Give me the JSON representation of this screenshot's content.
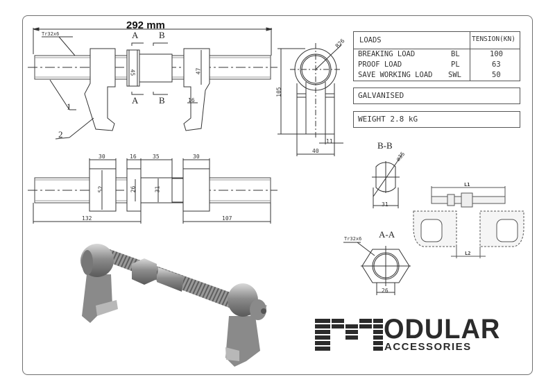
{
  "drawing": {
    "overall_length": "292 mm",
    "thread_callout": "Tr32x6",
    "part_numbers": [
      "1",
      "2"
    ],
    "section_markers": {
      "a": "A",
      "b": "B"
    },
    "front_view_dims": {
      "nut_height": "45",
      "hook_height": "47",
      "hook_gap": "16"
    },
    "side_view_dims": {
      "radius": "R26",
      "height": "105",
      "width": "40",
      "slot": "11"
    },
    "top_view_dims": {
      "hook_width_left": "30",
      "nut_width": "16",
      "sleeve_width": "35",
      "hook_width_right": "30",
      "hook_height": "52",
      "nut_height": "26",
      "sleeve_height": "31",
      "left_length": "132",
      "right_length": "107"
    },
    "section_bb": {
      "title": "B-B",
      "diameter": "ø35",
      "width": "31"
    },
    "section_aa": {
      "title": "A-A",
      "thread": "Tr32x6",
      "width": "26"
    },
    "install_view": {
      "l1": "L1",
      "l2": "L2"
    }
  },
  "loads_table": {
    "header_left": "LOADS",
    "header_right": "TENSION(KN)",
    "rows": [
      {
        "name": "BREAKING LOAD",
        "abbr": "BL",
        "value": "100"
      },
      {
        "name": "PROOF LOAD",
        "abbr": "PL",
        "value": "63"
      },
      {
        "name": "SAVE WORKING LOAD",
        "abbr": "SWL",
        "value": "50"
      }
    ]
  },
  "finish": "GALVANISED",
  "weight": "WEIGHT 2.8 kG",
  "brand": {
    "word": "ODULAR",
    "sub": "ACCESSORIES"
  }
}
